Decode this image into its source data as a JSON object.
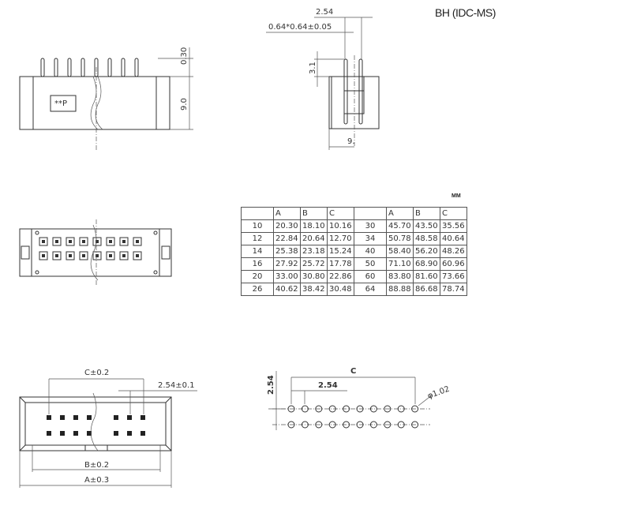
{
  "title": "BH (IDC-MS)",
  "unit": "MM",
  "front_view": {
    "dim_pin_height": "0.30",
    "dim_height": "9.0",
    "marking": "**P"
  },
  "side_view": {
    "dim_pitch": "2.54",
    "dim_pin_size": "0.64*0.64±0.05",
    "dim_pin_exposed": "3.1",
    "dim_width": "9."
  },
  "table": {
    "headers": [
      "",
      "A",
      "B",
      "C",
      "",
      "A",
      "B",
      "C"
    ],
    "rows": [
      [
        "10",
        "20.30",
        "18.10",
        "10.16",
        "30",
        "45.70",
        "43.50",
        "35.56"
      ],
      [
        "12",
        "22.84",
        "20.64",
        "12.70",
        "34",
        "50.78",
        "48.58",
        "40.64"
      ],
      [
        "14",
        "25.38",
        "23.18",
        "15.24",
        "40",
        "58.40",
        "56.20",
        "48.26"
      ],
      [
        "16",
        "27.92",
        "25.72",
        "17.78",
        "50",
        "71.10",
        "68.90",
        "60.96"
      ],
      [
        "20",
        "33.00",
        "30.80",
        "22.86",
        "60",
        "83.80",
        "81.60",
        "73.66"
      ],
      [
        "26",
        "40.62",
        "38.42",
        "30.48",
        "64",
        "88.88",
        "86.68",
        "78.74"
      ]
    ]
  },
  "bottom_view": {
    "dim_c": "C±0.2",
    "dim_pitch": "2.54±0.1",
    "dim_b": "B±0.2",
    "dim_a": "A±0.3"
  },
  "footprint": {
    "dim_row_pitch": "2.54",
    "dim_c": "C",
    "dim_pitch": "2.54",
    "dim_hole": "φ1.02"
  }
}
